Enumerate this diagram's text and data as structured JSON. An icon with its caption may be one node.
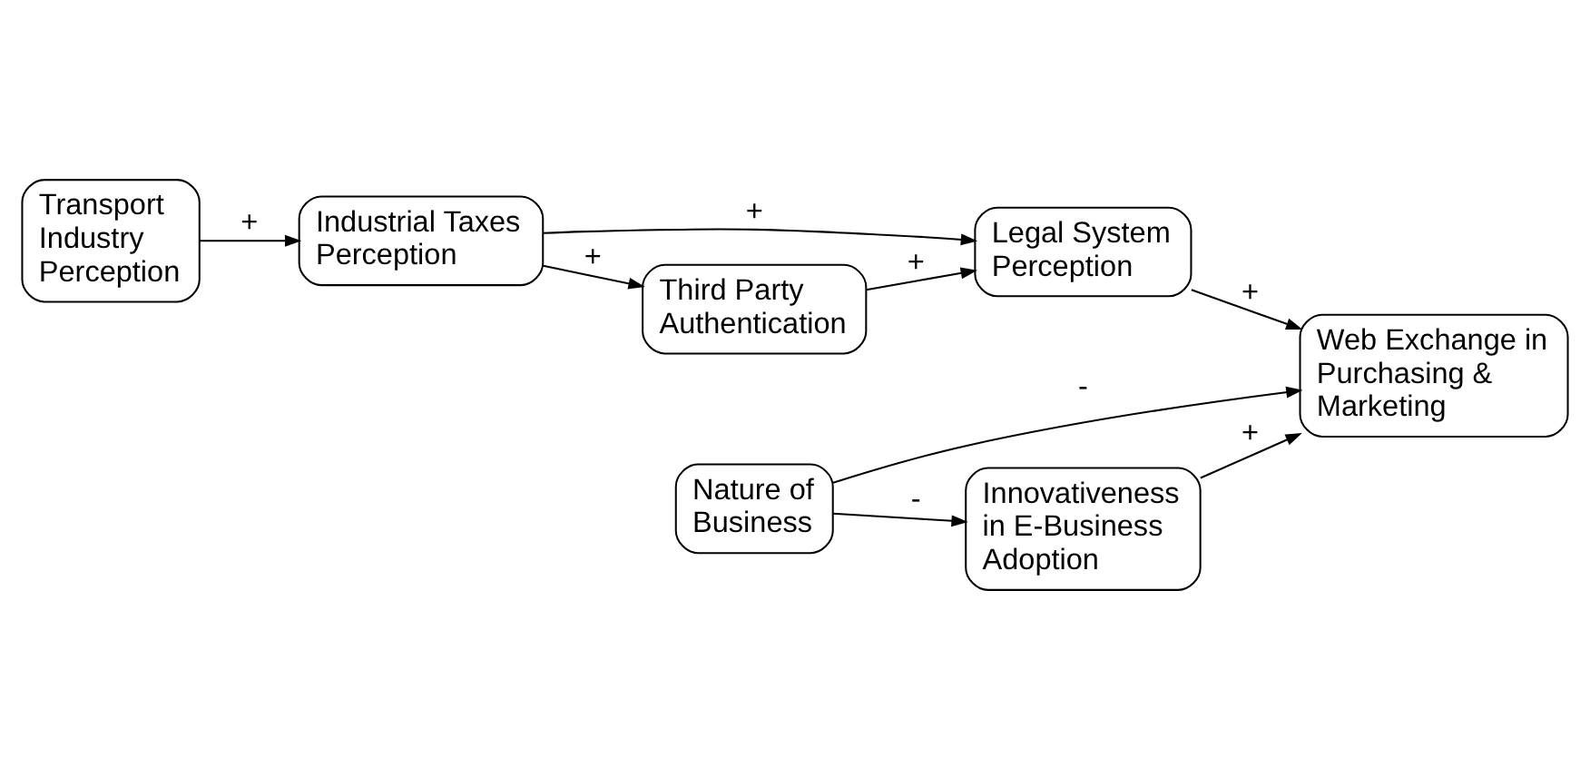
{
  "diagram": {
    "nodes": [
      {
        "text": [
          "Transport Industry Perception"
        ]
      },
      {
        "text": [
          "Industrial Taxes Perception"
        ]
      },
      {
        "text": [
          "Nature of Business"
        ]
      },
      {
        "text": [
          "Legal System Perception"
        ]
      },
      {
        "text": [
          "Third Party Authentication"
        ]
      },
      {
        "text": [
          "Web Exchange in Purchasing & Marketing"
        ]
      },
      {
        "text": [
          "Innovativeness in E-Business Adoption"
        ]
      }
    ],
    "edges": [
      {
        "from": 0,
        "to": 1,
        "arrow": "to",
        "label": "+"
      },
      {
        "from": 1,
        "to": 3,
        "arrow": "to",
        "label": "+"
      },
      {
        "from": 1,
        "to": 4,
        "arrow": "to",
        "label": "+"
      },
      {
        "from": 4,
        "to": 3,
        "arrow": "to",
        "label": "+"
      },
      {
        "from": 3,
        "to": 5,
        "arrow": "to",
        "label": "+"
      },
      {
        "from": 2,
        "to": 5,
        "arrow": "to",
        "label": "-"
      },
      {
        "from": 2,
        "to": 6,
        "arrow": "to",
        "label": "-"
      },
      {
        "from": 6,
        "to": 5,
        "arrow": "to",
        "label": "+"
      }
    ]
  }
}
